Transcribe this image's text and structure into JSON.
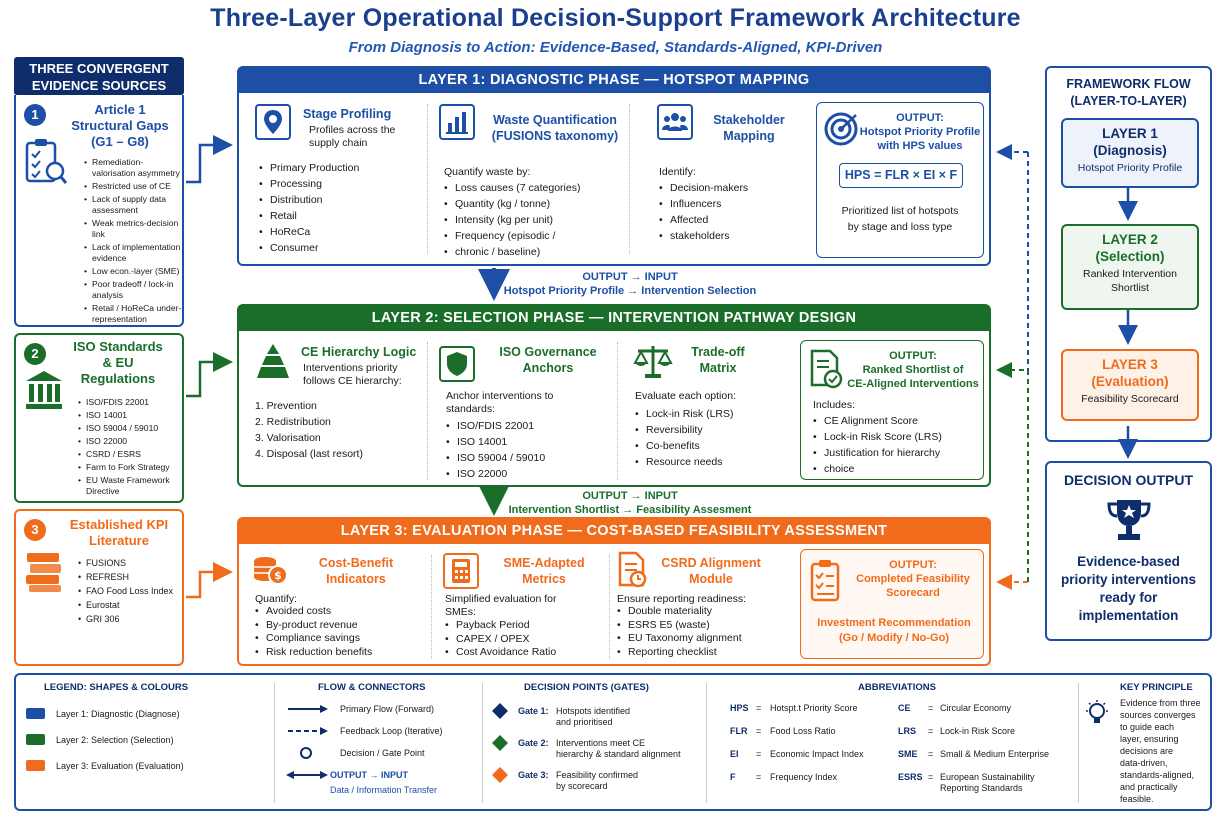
{
  "title": "Three-Layer Operational Decision-Support Framework Architecture",
  "subtitle": "From Diagnosis to Action: Evidence-Based, Standards-Aligned, KPI-Driven",
  "colors": {
    "blue": "#1d4fa6",
    "navy": "#0f2d6b",
    "green": "#1b6e2a",
    "orange": "#f06b1c"
  },
  "sources": {
    "header": [
      "THREE CONVERGENT",
      "EVIDENCE SOURCES"
    ],
    "s1": {
      "num": "1",
      "title": [
        "Article 1",
        "Structural Gaps",
        "(G1 – G8)"
      ],
      "items": [
        "Remediation-valorisation asymmetry",
        "Restricted use of CE",
        "Lack of supply data assessment",
        "Weak metrics-decision link",
        "Lack of implementation evidence",
        "Low econ.-layer (SME)",
        "Poor tradeoff / lock-in analysis",
        "Retail / HoReCa under-representation"
      ]
    },
    "s2": {
      "num": "2",
      "title": [
        "ISO Standards",
        "& EU",
        "Regulations"
      ],
      "items": [
        "ISO/FDIS 22001",
        "ISO 14001",
        "ISO 59004 / 59010",
        "ISO 22000",
        "CSRD / ESRS",
        "Farm to Fork Strategy",
        "EU Waste Framework Directive"
      ]
    },
    "s3": {
      "num": "3",
      "title": [
        "Established KPI",
        "Literature"
      ],
      "items": [
        "FUSIONS",
        "REFRESH",
        "FAO Food Loss Index",
        "Eurostat",
        "GRI 306"
      ]
    }
  },
  "layer1": {
    "header": "LAYER 1: DIAGNOSTIC PHASE — HOTSPOT MAPPING",
    "c1": {
      "title": "Stage Profiling",
      "desc": [
        "Profiles across the",
        "supply chain"
      ],
      "items": [
        "Primary Production",
        "Processing",
        "Distribution",
        "Retail",
        "HoReCa",
        "Consumer"
      ]
    },
    "c2": {
      "title": [
        "Waste Quantification",
        "(FUSIONS taxonomy)"
      ],
      "desc": "Quantify waste by:",
      "items": [
        "Loss causes (7 categories)",
        "Quantity (kg / tonne)",
        "Intensity (kg per unit)",
        "Frequency (episodic /",
        "chronic / baseline)"
      ]
    },
    "c3": {
      "title": [
        "Stakeholder",
        "Mapping"
      ],
      "desc": "Identify:",
      "items": [
        "Decision-makers",
        "Influencers",
        "Affected",
        "stakeholders"
      ]
    },
    "out": {
      "title": [
        "OUTPUT:",
        "Hotspot Priority Profile",
        "with HPS values"
      ],
      "formula": "HPS = FLR × EI × F",
      "desc": [
        "Prioritized list of hotspots",
        "by stage and loss type"
      ]
    }
  },
  "transfer1": [
    "OUTPUT → INPUT",
    "Hotspot Priority Profile → Intervention Selection"
  ],
  "layer2": {
    "header": "LAYER 2: SELECTION PHASE — INTERVENTION PATHWAY DESIGN",
    "c1": {
      "title": "CE Hierarchy Logic",
      "desc": [
        "Interventions priority",
        "follows CE hierarchy:"
      ],
      "items": [
        "1.  Prevention",
        "2.  Redistribution",
        "3.  Valorisation",
        "4.  Disposal (last resort)"
      ]
    },
    "c2": {
      "title": [
        "ISO Governance",
        "Anchors"
      ],
      "desc": [
        "Anchor interventions to",
        "standards:"
      ],
      "items": [
        "ISO/FDIS 22001",
        "ISO 14001",
        "ISO 59004 / 59010",
        "ISO 22000"
      ]
    },
    "c3": {
      "title": [
        "Trade-off",
        "Matrix"
      ],
      "desc": "Evaluate each option:",
      "items": [
        "Lock-in Risk (LRS)",
        "Reversibility",
        "Co-benefits",
        "Resource needs"
      ]
    },
    "out": {
      "title": [
        "OUTPUT:",
        "Ranked Shortlist of",
        "CE-Aligned Interventions"
      ],
      "desc": "Includes:",
      "items": [
        "CE Alignment Score",
        "Lock-in Risk Score (LRS)",
        "Justification for hierarchy",
        "choice"
      ]
    }
  },
  "transfer2": [
    "OUTPUT → INPUT",
    "Intervention Shortlist → Feasibility Assesment"
  ],
  "layer3": {
    "header": "LAYER 3: EVALUATION PHASE — COST-BASED FEASIBILITY ASSESSMENT",
    "c1": {
      "title": [
        "Cost-Benefit",
        "Indicators"
      ],
      "desc": "Quantify:",
      "items": [
        "Avoided costs",
        "By-product revenue",
        "Compliance savings",
        "Risk reduction benefits"
      ]
    },
    "c2": {
      "title": [
        "SME-Adapted",
        "Metrics"
      ],
      "desc": [
        "Simplified evaluation for",
        "SMEs:"
      ],
      "items": [
        "Payback Period",
        "CAPEX / OPEX",
        "Cost Avoidance Ratio"
      ]
    },
    "c3": {
      "title": [
        "CSRD Alignment",
        "Module"
      ],
      "desc": "Ensure reporting readiness:",
      "items": [
        "Double materiality",
        "ESRS E5 (waste)",
        "EU Taxonomy alignment",
        "Reporting checklist"
      ]
    },
    "out": {
      "title": [
        "OUTPUT:",
        "Completed Feasibility",
        "Scorecard"
      ],
      "rec": [
        "Investment Recommendation",
        "(Go / Modify / No-Go)"
      ]
    }
  },
  "flow": {
    "title": [
      "FRAMEWORK FLOW",
      "(LAYER-TO-LAYER)"
    ],
    "l1": {
      "name": [
        "LAYER 1",
        "(Diagnosis)"
      ],
      "sub": "Hotspot Priority Profile"
    },
    "l2": {
      "name": [
        "LAYER 2",
        "(Selection)"
      ],
      "sub": [
        "Ranked Intervention",
        "Shortlist"
      ]
    },
    "l3": {
      "name": [
        "LAYER 3",
        "(Evaluation)"
      ],
      "sub": "Feasibility Scorecard"
    },
    "decision_title": "DECISION OUTPUT",
    "decision_text": [
      "Evidence-based",
      "priority interventions",
      "ready for",
      "implementation"
    ]
  },
  "legend": {
    "shapes_title": "LEGEND: SHAPES & COLOURS",
    "shapes": [
      "Layer 1: Diagnostic (Diagnose)",
      "Layer 2: Selection (Selection)",
      "Layer 3: Evaluation (Evaluation)"
    ],
    "flow_title": "FLOW & CONNECTORS",
    "flow_items": [
      "Primary Flow (Forward)",
      "Feedback Loop (Iterative)",
      "Decision / Gate Point"
    ],
    "flow_transfer": [
      "OUTPUT → INPUT",
      "Data / Information Transfer"
    ],
    "gates_title": "DECISION POINTS (GATES)",
    "gates": [
      {
        "key": "Gate 1:",
        "text": [
          "Hotspots identified",
          "and prioritised"
        ]
      },
      {
        "key": "Gate 2:",
        "text": [
          "Interventions meet CE",
          "hierarchy & standard alignment"
        ]
      },
      {
        "key": "Gate 3:",
        "text": [
          "Feasibility confirmed",
          "by scorecard"
        ]
      }
    ],
    "abbr_title": "ABBREVIATIONS",
    "abbr_left": [
      {
        "k": "HPS",
        "v": [
          "Hotspt.t Priority Score"
        ]
      },
      {
        "k": "FLR",
        "v": [
          "Food Loss Ratio"
        ]
      },
      {
        "k": "EI",
        "v": [
          "Economic Impact Index"
        ]
      },
      {
        "k": "F",
        "v": [
          "Frequency Index"
        ]
      }
    ],
    "abbr_right": [
      {
        "k": "CE",
        "v": [
          "Circular Economy"
        ]
      },
      {
        "k": "LRS",
        "v": [
          "Lock-in Risk Score"
        ]
      },
      {
        "k": "SME",
        "v": [
          "Small & Medium Enterprise"
        ]
      },
      {
        "k": "ESRS",
        "v": [
          "European Sustainability",
          "Reporting Standards"
        ]
      }
    ],
    "eq": "=",
    "key_title": "KEY PRINCIPLE",
    "key_text": [
      "Evidence from three",
      "sources converges",
      "to guide each",
      "layer, ensuring",
      "decisions are",
      "data-driven,",
      "standards-aligned,",
      "and practically",
      "feasible."
    ]
  }
}
